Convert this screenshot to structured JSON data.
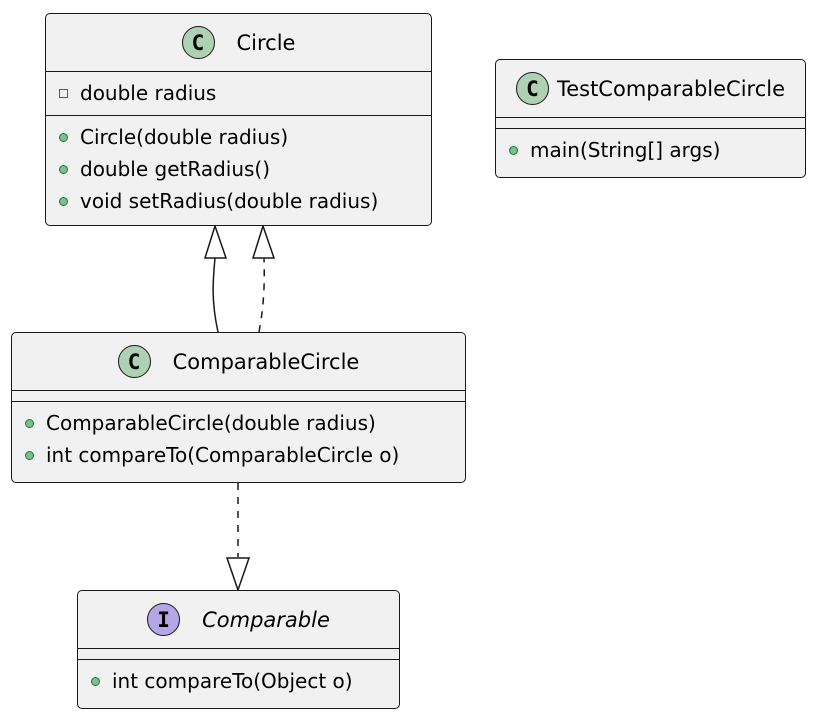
{
  "classes": {
    "circle": {
      "stereotype_icon": "C",
      "name": "Circle",
      "fields": [
        {
          "visibility": "private",
          "text": "double radius"
        }
      ],
      "methods": [
        {
          "visibility": "public",
          "text": "Circle(double radius)"
        },
        {
          "visibility": "public",
          "text": "double getRadius()"
        },
        {
          "visibility": "public",
          "text": "void setRadius(double radius)"
        }
      ]
    },
    "test_comparable_circle": {
      "stereotype_icon": "C",
      "name": "TestComparableCircle",
      "fields": [],
      "methods": [
        {
          "visibility": "public",
          "text": "main(String[] args)"
        }
      ]
    },
    "comparable_circle": {
      "stereotype_icon": "C",
      "name": "ComparableCircle",
      "fields": [],
      "methods": [
        {
          "visibility": "public",
          "text": "ComparableCircle(double radius)"
        },
        {
          "visibility": "public",
          "text": "int compareTo(ComparableCircle o)"
        }
      ]
    },
    "comparable": {
      "stereotype_icon": "I",
      "name": "Comparable",
      "fields": [],
      "methods": [
        {
          "visibility": "public",
          "text": "int compareTo(Object o)"
        }
      ]
    }
  },
  "relations": [
    {
      "from": "ComparableCircle",
      "to": "Circle",
      "type": "extends",
      "style": "solid"
    },
    {
      "from": "ComparableCircle",
      "to": "Circle",
      "type": "realizes",
      "style": "dashed"
    },
    {
      "from": "ComparableCircle",
      "to": "Comparable",
      "type": "realizes",
      "style": "dashed"
    }
  ],
  "colors": {
    "class_fill": "#f1f1f1",
    "border": "#181818",
    "class_icon": "#add1b2",
    "interface_icon": "#b4a7e5",
    "public_marker": "#84be84",
    "private_marker": "#c82930"
  }
}
